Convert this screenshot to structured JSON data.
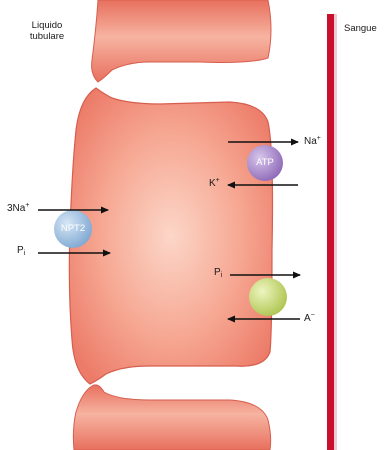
{
  "labels": {
    "tubular_fluid_line1": "Liquido",
    "tubular_fluid_line2": "tubulare",
    "blood": "Sangue"
  },
  "ions": {
    "na_left": "3Na",
    "na_left_charge": "+",
    "pi_left": "P",
    "pi_left_sub": "i",
    "na_right": "Na",
    "na_right_charge": "+",
    "k_right": "K",
    "k_right_charge": "+",
    "pi_right": "P",
    "pi_right_sub": "i",
    "a_right": "A",
    "a_right_charge": "−"
  },
  "transporters": {
    "npt2": "NPT2",
    "atp": "ATP"
  },
  "colors": {
    "cell_fill": "#f08b78",
    "cell_center": "#fbc6b6",
    "cell_edge": "#e46c5b",
    "blood_vessel": "#c8102e",
    "npt2_fill": "#93b8dc",
    "atp_fill": "#a887c8",
    "exchanger_fill": "#c4d66a",
    "arrow": "#111111"
  }
}
